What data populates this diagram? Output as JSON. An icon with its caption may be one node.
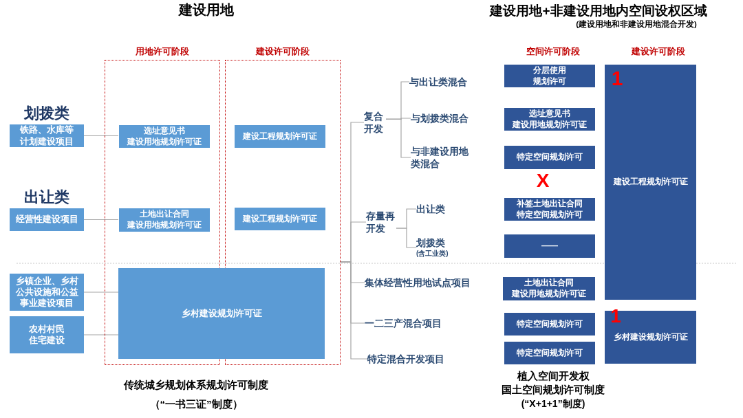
{
  "diagram": {
    "nodes": [
      {
        "text": [
          "划拨类",
          "铁路、水库等计划建设项目"
        ]
      },
      {
        "text": [
          "出让类",
          "经营性建设项目"
        ]
      },
      {
        "text": [
          "乡镇企业、乡村公共设施和公益事业建设项目"
        ]
      },
      {
        "text": [
          "农村村民住宅建设"
        ]
      },
      {
        "text": [
          "用地许可阶段"
        ]
      },
      {
        "text": [
          "选址意见书",
          "建设用地规划许可证"
        ],
        "in": 4
      },
      {
        "text": [
          "土地出让合同",
          "建设用地规划许可证"
        ],
        "in": 4
      },
      {
        "text": [
          "建设许可阶段"
        ]
      },
      {
        "text": [
          "建设工程规划许可证"
        ],
        "in": 7
      },
      {
        "text": [
          "建设工程规划许可证"
        ],
        "in": 7
      },
      {
        "text": [
          "乡村建设规划许可证"
        ]
      },
      {
        "text": [
          "复合开发"
        ]
      },
      {
        "text": [
          "与出让类混合"
        ]
      },
      {
        "text": [
          "与划拨类混合"
        ]
      },
      {
        "text": [
          "与非建设用地类混合"
        ]
      },
      {
        "text": [
          "存量再开发"
        ]
      },
      {
        "text": [
          "出让类"
        ]
      },
      {
        "text": [
          "划拨类",
          "(含工业类)"
        ]
      },
      {
        "text": [
          "集体经营性用地试点项目"
        ]
      },
      {
        "text": [
          "一二三产混合项目"
        ]
      },
      {
        "text": [
          "特定混合开发项目"
        ]
      },
      {
        "text": [
          "分层使用规划许可"
        ]
      },
      {
        "text": [
          "选址意见书",
          "建设用地规划许可证"
        ]
      },
      {
        "text": [
          "特定空间规划许可"
        ]
      },
      {
        "text": [
          "补签土地出让合同",
          "特定空间规划许可"
        ]
      },
      {
        "text": [
          "——"
        ]
      },
      {
        "text": [
          "土地出让合同",
          "建设用地规划许可证"
        ]
      },
      {
        "text": [
          "特定空间规划许可"
        ]
      },
      {
        "text": [
          "特定空间规划许可"
        ]
      },
      {
        "text": [
          "建设工程规划许可证"
        ]
      },
      {
        "text": [
          "乡村建设规划许可证"
        ]
      }
    ],
    "edges": [
      {
        "from": 0,
        "to": 5,
        "arrow": "none"
      },
      {
        "from": 1,
        "to": 6,
        "arrow": "none"
      },
      {
        "from": 2,
        "to": 10,
        "arrow": "none"
      },
      {
        "from": 3,
        "to": 10,
        "arrow": "none"
      },
      {
        "from": 7,
        "to": 11,
        "arrow": "none"
      },
      {
        "from": 7,
        "to": 15,
        "arrow": "none"
      },
      {
        "from": 11,
        "to": 12,
        "arrow": "none"
      },
      {
        "from": 11,
        "to": 13,
        "arrow": "none"
      },
      {
        "from": 11,
        "to": 14,
        "arrow": "none"
      },
      {
        "from": 15,
        "to": 16,
        "arrow": "none"
      },
      {
        "from": 15,
        "to": 17,
        "arrow": "none"
      },
      {
        "from": 7,
        "to": 18,
        "arrow": "none"
      },
      {
        "from": 7,
        "to": 19,
        "arrow": "none"
      },
      {
        "from": 7,
        "to": 20,
        "arrow": "none"
      }
    ],
    "labels": [
      "建设用地",
      "建设用地+非建设用地内空间设权区域",
      "(建设用地和非建设用地混合开发)",
      "空间许可阶段",
      "建设许可阶段",
      "1",
      "X",
      "1",
      "传统城乡规划体系规划许可制度",
      "（“一书三证”制度）",
      "植入空间开发权",
      "国土空间规划许可制度",
      "(“X+1+1”制度)"
    ]
  }
}
